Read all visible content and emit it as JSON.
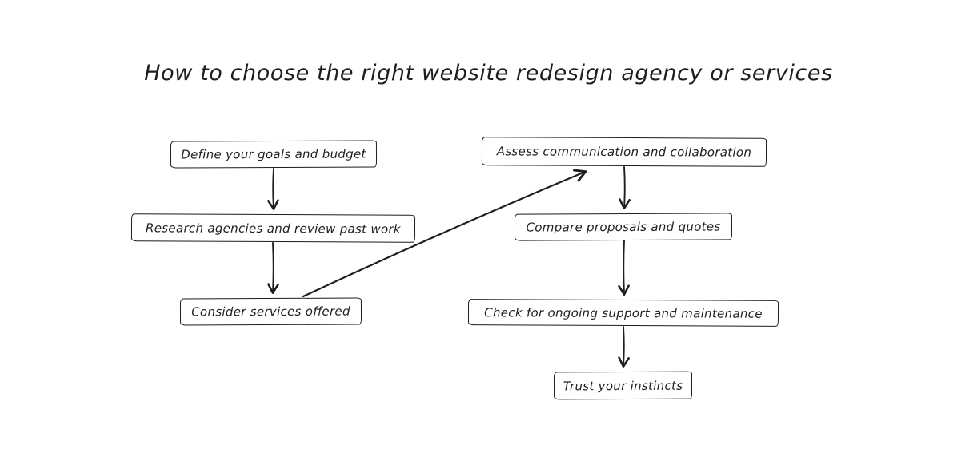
{
  "title": "How to choose the right website redesign agency or services",
  "diagram": {
    "type": "flowchart",
    "colors": {
      "stroke": "#1e1e1e",
      "background": "#ffffff"
    },
    "nodes": [
      {
        "id": "define",
        "label": "Define your goals and budget"
      },
      {
        "id": "research",
        "label": "Research agencies and review past work"
      },
      {
        "id": "consider",
        "label": "Consider services offered"
      },
      {
        "id": "assess",
        "label": "Assess communication and collaboration"
      },
      {
        "id": "compare",
        "label": "Compare proposals and quotes"
      },
      {
        "id": "check",
        "label": "Check for ongoing support and maintenance"
      },
      {
        "id": "trust",
        "label": "Trust your instincts"
      }
    ],
    "edges": [
      {
        "from": "define",
        "to": "research"
      },
      {
        "from": "research",
        "to": "consider"
      },
      {
        "from": "consider",
        "to": "assess"
      },
      {
        "from": "assess",
        "to": "compare"
      },
      {
        "from": "compare",
        "to": "check"
      },
      {
        "from": "check",
        "to": "trust"
      }
    ]
  }
}
